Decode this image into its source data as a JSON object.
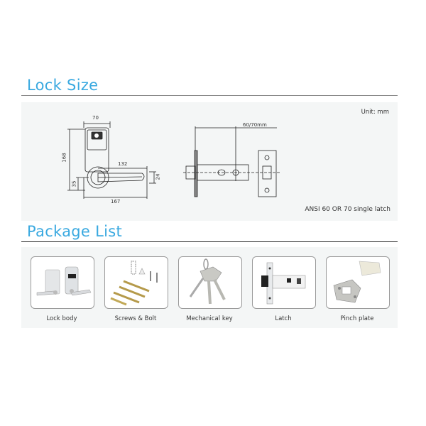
{
  "lock_size": {
    "title": "Lock Size",
    "unit_label": "Unit: mm",
    "note": "ANSI 60 OR 70 single latch",
    "dimensions": {
      "width_top": "70",
      "height": "168",
      "handle_length": "132",
      "total_width": "167",
      "handle_height": "24",
      "base_height": "35",
      "backset": "60/70mm"
    }
  },
  "package_list": {
    "title": "Package List",
    "items": [
      {
        "label": "Lock body"
      },
      {
        "label": "Screws & Bolt"
      },
      {
        "label": "Mechanical key"
      },
      {
        "label": "Latch"
      },
      {
        "label": "Pinch plate"
      }
    ]
  },
  "colors": {
    "accent": "#3aa9e0",
    "panel_bg": "#f4f6f6",
    "rule": "#777777"
  }
}
